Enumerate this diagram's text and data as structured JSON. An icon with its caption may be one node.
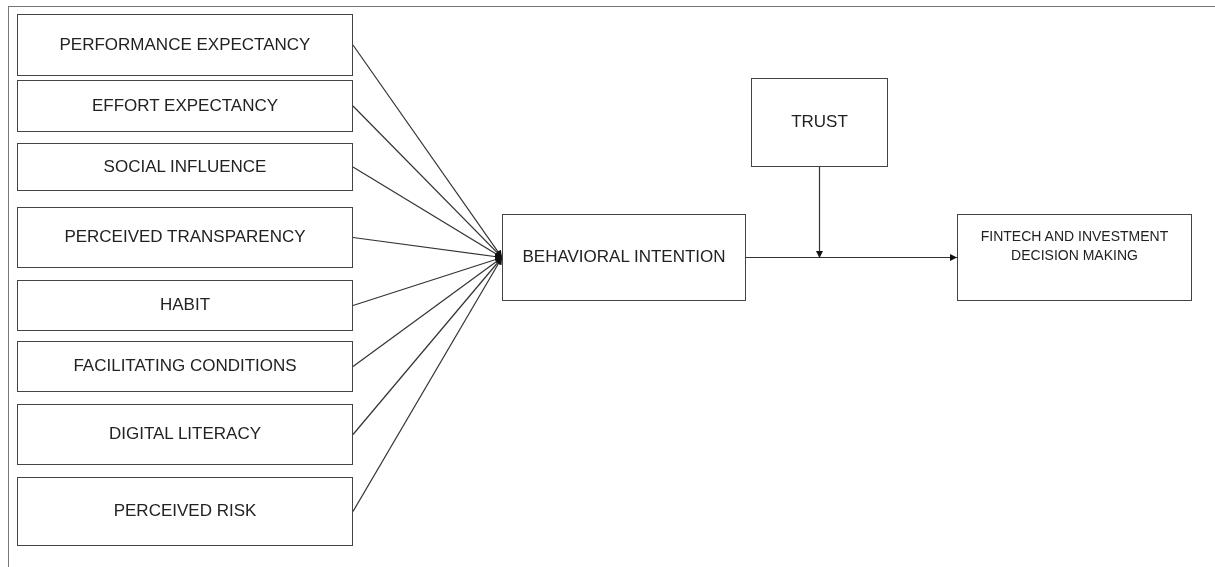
{
  "diagram": {
    "nodes": [
      {
        "text": [
          "PERFORMANCE EXPECTANCY"
        ]
      },
      {
        "text": [
          "EFFORT EXPECTANCY"
        ]
      },
      {
        "text": [
          "SOCIAL INFLUENCE"
        ]
      },
      {
        "text": [
          "PERCEIVED TRANSPARENCY"
        ]
      },
      {
        "text": [
          "HABIT"
        ]
      },
      {
        "text": [
          "FACILITATING CONDITIONS"
        ]
      },
      {
        "text": [
          "DIGITAL LITERACY"
        ]
      },
      {
        "text": [
          "PERCEIVED RISK"
        ]
      },
      {
        "text": [
          "BEHAVIORAL INTENTION"
        ]
      },
      {
        "text": [
          "TRUST"
        ]
      },
      {
        "text": [
          "FINTECH AND INVESTMENT DECISION MAKING"
        ]
      }
    ],
    "edges": [
      {
        "from": 0,
        "to": 8,
        "arrow": "to"
      },
      {
        "from": 1,
        "to": 8,
        "arrow": "to"
      },
      {
        "from": 2,
        "to": 8,
        "arrow": "to"
      },
      {
        "from": 3,
        "to": 8,
        "arrow": "to"
      },
      {
        "from": 4,
        "to": 8,
        "arrow": "to"
      },
      {
        "from": 5,
        "to": 8,
        "arrow": "to"
      },
      {
        "from": 6,
        "to": 8,
        "arrow": "to"
      },
      {
        "from": 7,
        "to": 8,
        "arrow": "to"
      },
      {
        "from": 8,
        "to": 10,
        "arrow": "to"
      },
      {
        "from": 9,
        "to": null,
        "arrow": "to"
      }
    ]
  }
}
